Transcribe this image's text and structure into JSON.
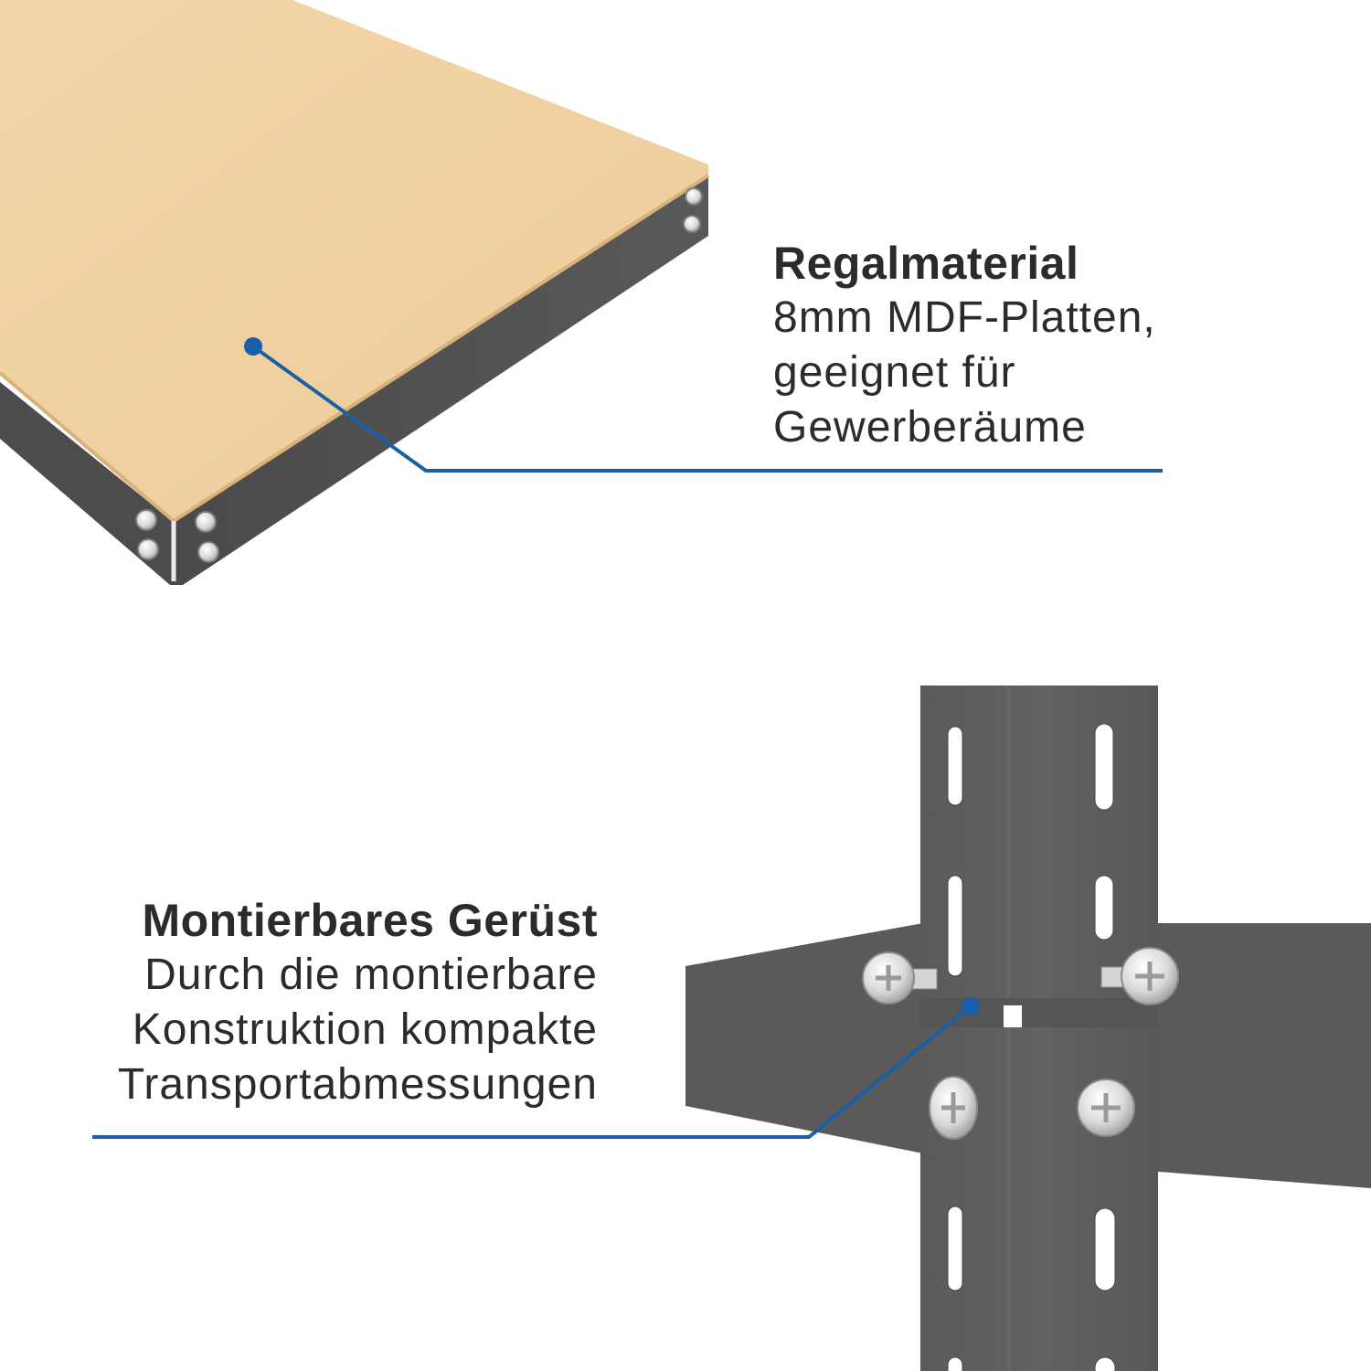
{
  "accent_color": "#1a5fa8",
  "shelf_color": "#f0cf9f",
  "metal_color": "#5e5e5e",
  "callouts": {
    "shelf": {
      "title": "Regalmaterial",
      "lines": [
        "8mm MDF-Platten,",
        "geeignet für",
        "Gewerberäume"
      ]
    },
    "frame": {
      "title": "Montierbares Gerüst",
      "lines": [
        "Durch die montierbare",
        "Konstruktion kompakte",
        "Transportabmessungen"
      ]
    }
  }
}
